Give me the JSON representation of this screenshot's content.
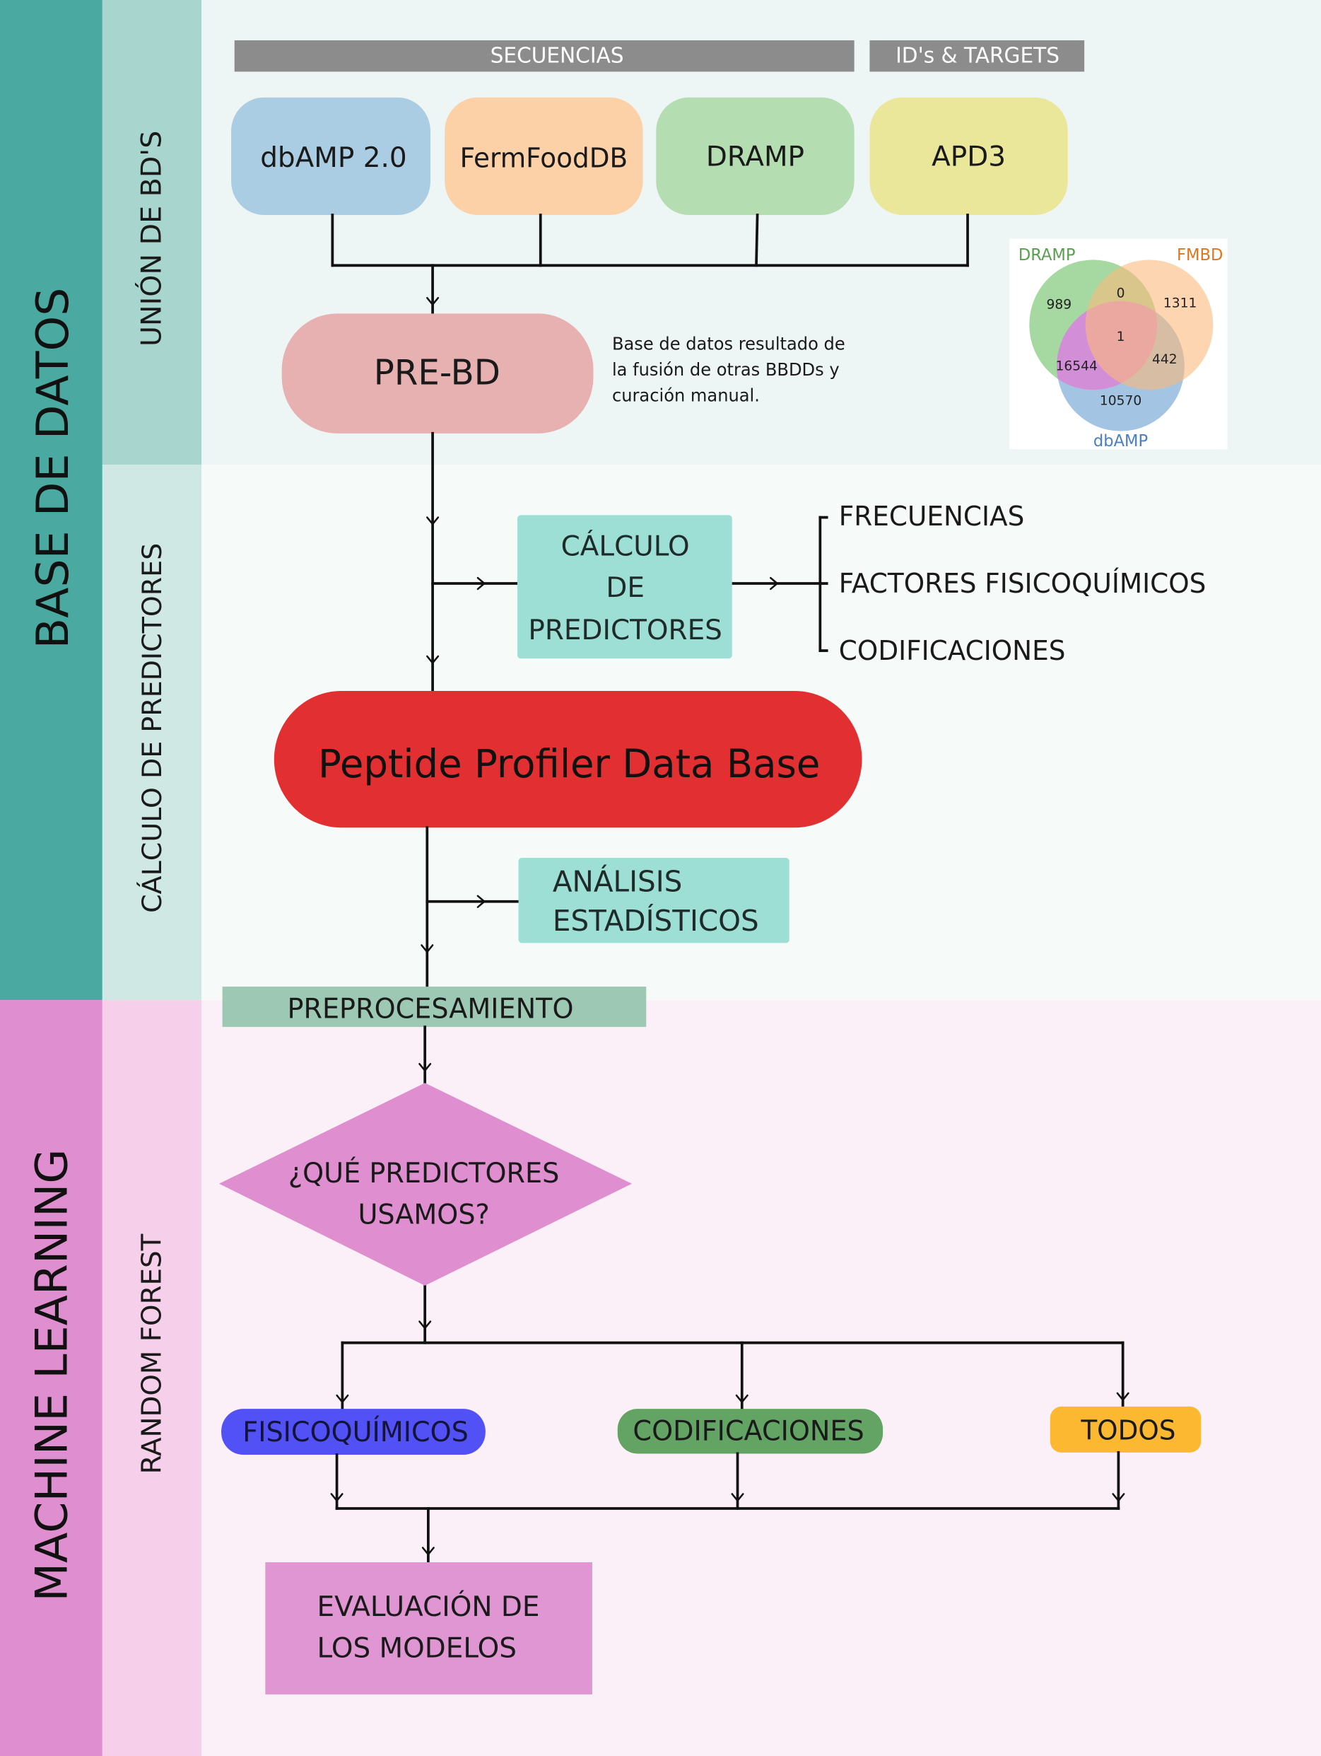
{
  "section_colors": {
    "base_de_datos": "#4aa9a0",
    "machine_learning": "#df8ecf",
    "union_bds": "#a9d5cf",
    "calculo_predictores": "#cfe8e4",
    "random_forest": "#f6d0ea"
  },
  "side_labels": {
    "base_de_datos": "BASE DE DATOS",
    "machine_learning": "MACHINE LEARNING",
    "union_bds": "UNIÓN DE BD'S",
    "calculo_predictores": "CÁLCULO DE PREDICTORES",
    "random_forest": "RANDOM FOREST"
  },
  "headers": {
    "secuencias": "SECUENCIAS",
    "ids_targets": "ID's & TARGETS"
  },
  "databases": [
    {
      "label": "dbAMP 2.0",
      "color": "#abcde3"
    },
    {
      "label": "FermFoodDB",
      "color": "#fdd1a8"
    },
    {
      "label": "DRAMP",
      "color": "#b4deb1"
    },
    {
      "label": "APD3",
      "color": "#ebe79a"
    }
  ],
  "pre_bd": {
    "label": "PRE-BD",
    "color": "#e8b1b1",
    "description": [
      "Base de datos resultado de",
      "la fusión de otras BBDDs y",
      "curación manual."
    ]
  },
  "venn": {
    "sets": [
      {
        "name": "DRAMP",
        "label_color": "#5a9e4f",
        "fill": "#8fd08a"
      },
      {
        "name": "FMBD",
        "label_color": "#e0761c",
        "fill": "#fcb97b"
      },
      {
        "name": "dbAMP",
        "label_color": "#4a7fc0",
        "fill": "#8db5dc"
      }
    ],
    "regions": {
      "dramp_only": 989,
      "dramp_fmbd": 0,
      "fmbd_only": 1311,
      "all_three": 1,
      "dramp_dbamp": 16544,
      "fmbd_dbamp": 442,
      "dbamp_only": 10570
    },
    "overlap_color": "#d98ad8"
  },
  "calculo": {
    "lines": [
      "CÁLCULO",
      "DE",
      "PREDICTORES"
    ],
    "color": "#9ddfd4",
    "outputs": [
      "FRECUENCIAS",
      "FACTORES FISICOQUÍMICOS",
      "CODIFICACIONES"
    ]
  },
  "ppdb": {
    "label": "Peptide Profiler Data Base",
    "color": "#e22f31"
  },
  "analisis": {
    "lines": [
      "ANÁLISIS",
      "ESTADÍSTICOS"
    ],
    "color": "#9ddfd4"
  },
  "preprocesamiento": {
    "label": "PREPROCESAMIENTO",
    "color": "#9dc8b4"
  },
  "decision": {
    "lines": [
      "¿QUÉ PREDICTORES",
      "USAMOS?"
    ],
    "color": "#df8fd0"
  },
  "options": [
    {
      "label": "FISICOQUÍMICOS",
      "color": "#5151f5"
    },
    {
      "label": "CODIFICACIONES",
      "color": "#63a464"
    },
    {
      "label": "TODOS",
      "color": "#fdb832"
    }
  ],
  "evaluation": {
    "lines": [
      "EVALUACIÓN DE",
      "LOS MODELOS"
    ],
    "color": "#e096d3"
  }
}
